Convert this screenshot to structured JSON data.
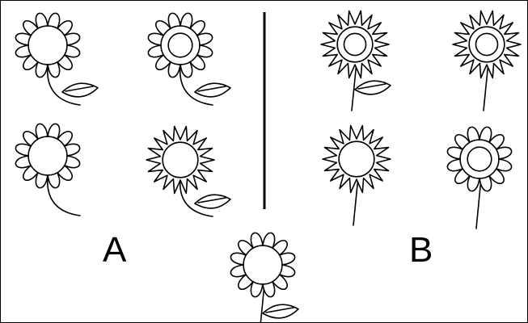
{
  "labels": {
    "group_a": "A",
    "group_b": "B"
  },
  "colors": {
    "ink": "#000000",
    "background": "#ffffff"
  },
  "flowers": [
    {
      "group": "A",
      "petals": "round",
      "double_center": false,
      "leaf": true,
      "stem": "curved"
    },
    {
      "group": "A",
      "petals": "round",
      "double_center": true,
      "leaf": true,
      "stem": "curved"
    },
    {
      "group": "A",
      "petals": "round",
      "double_center": false,
      "leaf": false,
      "stem": "curved"
    },
    {
      "group": "A",
      "petals": "spiky",
      "double_center": false,
      "leaf": true,
      "stem": "curved"
    },
    {
      "group": "B",
      "petals": "spiky",
      "double_center": true,
      "leaf": true,
      "stem": "straight"
    },
    {
      "group": "B",
      "petals": "spiky",
      "double_center": true,
      "leaf": false,
      "stem": "straight"
    },
    {
      "group": "B",
      "petals": "spiky",
      "double_center": false,
      "leaf": false,
      "stem": "straight"
    },
    {
      "group": "B",
      "petals": "round",
      "double_center": true,
      "leaf": false,
      "stem": "straight"
    },
    {
      "group": "test",
      "petals": "round",
      "double_center": false,
      "leaf": true,
      "stem": "straight"
    }
  ]
}
